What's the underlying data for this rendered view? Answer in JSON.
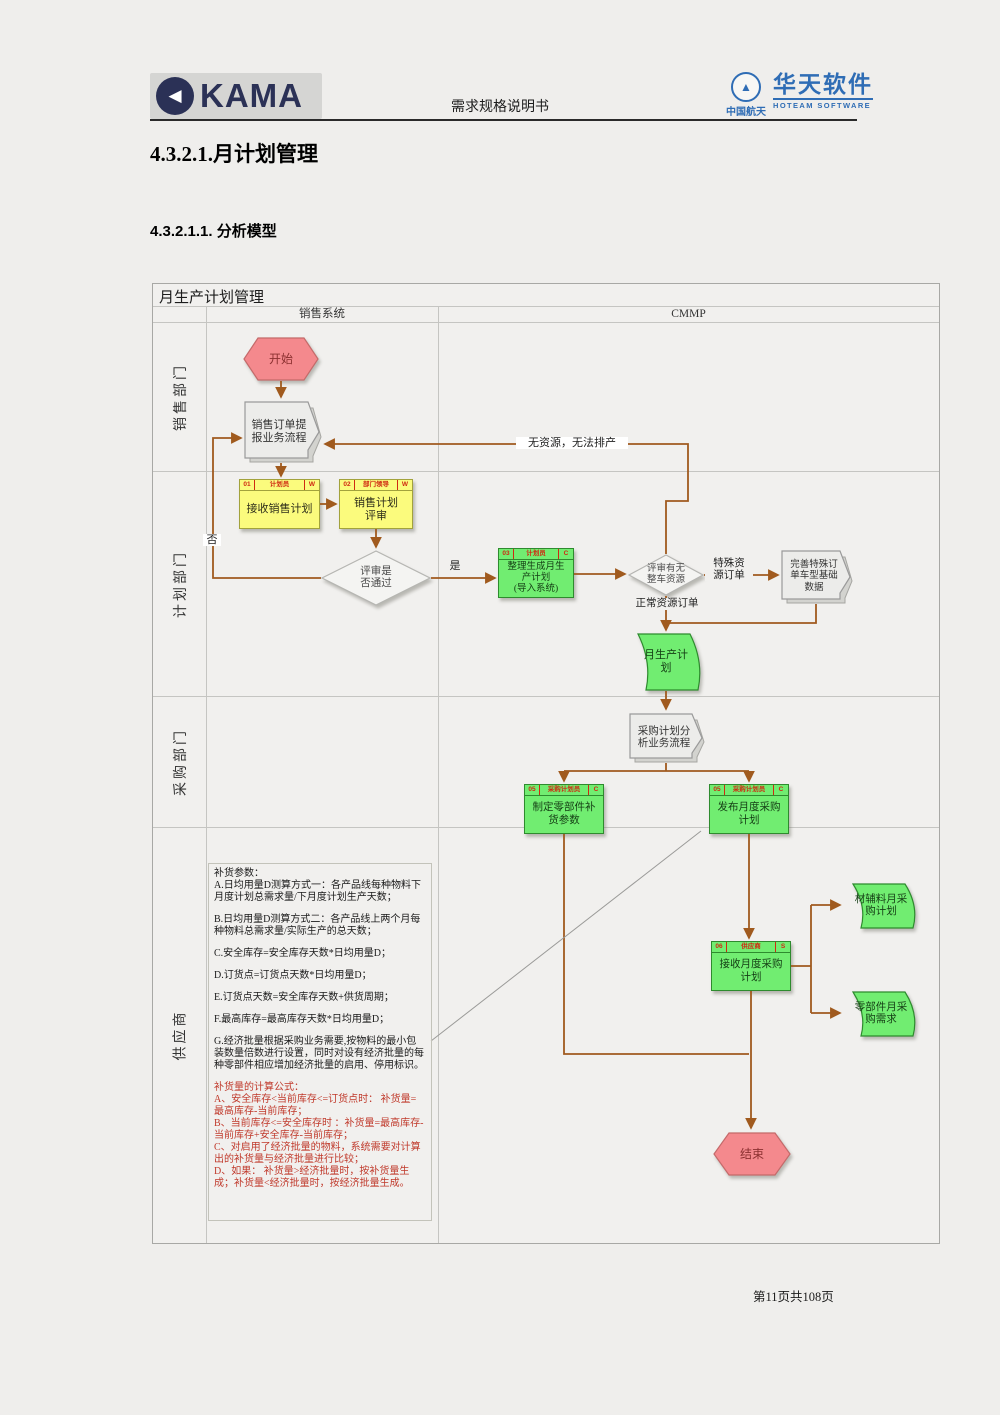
{
  "header": {
    "kama_logo_text": "KAMA",
    "kama_emblem_glyph": "◀",
    "doc_type_title": "需求规格说明书",
    "casc_emblem_glyph": "▲",
    "casc_name": "中国航天",
    "hoteam_cn": "华天软件",
    "hoteam_en": "HOTEAM SOFTWARE"
  },
  "headings": {
    "h1": "4.3.2.1.月计划管理",
    "h2": "4.3.2.1.1. 分析模型"
  },
  "diagram": {
    "title": "月生产计划管理",
    "columns": {
      "col1": "销售系统",
      "col2": "CMMP"
    },
    "lanes": {
      "lane1": "销售部门",
      "lane2": "计划部门",
      "lane3": "采购部门",
      "lane4": "供应商"
    },
    "nodes": {
      "start": {
        "label": "开始"
      },
      "sales_order_process": {
        "label": "销售订单提\n报业务流程"
      },
      "task01": {
        "id": "01",
        "role": "计划员",
        "flag": "W",
        "label": "接收销售计划"
      },
      "task02": {
        "id": "02",
        "role": "部门领导",
        "flag": "W",
        "label": "销售计划\n评审"
      },
      "decision_review": {
        "label": "评审是\n否通过"
      },
      "task03": {
        "id": "03",
        "role": "计划员",
        "flag": "C",
        "label": "整理生成月生\n产计划\n(导入系统)"
      },
      "decision_resource": {
        "label": "评审有无\n整车资源"
      },
      "special_order": {
        "label": "完善特殊订\n单车型基础\n数据"
      },
      "monthly_plan": {
        "label": "月生产计\n划"
      },
      "purchase_analysis": {
        "label": "采购计划分\n析业务流程"
      },
      "task05a": {
        "id": "05",
        "role": "采购计划员",
        "flag": "C",
        "label": "制定零部件补\n货参数"
      },
      "task05b": {
        "id": "05",
        "role": "采购计划员",
        "flag": "C",
        "label": "发布月度采购\n计划"
      },
      "task06": {
        "id": "06",
        "role": "供应商",
        "flag": "S",
        "label": "接收月度采购\n计划"
      },
      "material_plan": {
        "label": "材辅料月采\n购计划"
      },
      "parts_demand": {
        "label": "零部件月采\n购需求"
      },
      "end": {
        "label": "结束"
      }
    },
    "edge_labels": {
      "no": "否",
      "yes": "是",
      "no_resource": "无资源，无法排产",
      "special": "特殊资\n源订单",
      "normal": "正常资源订单"
    },
    "note": {
      "black": [
        "补货参数：",
        "A.日均用量D测算方式一：各产品线每种物料下月度计划总需求量/下月度计划生产天数；",
        "B.日均用量D测算方式二：各产品线上两个月每种物料总需求量/实际生产的总天数；",
        "C.安全库存=安全库存天数*日均用量D；",
        "D.订货点=订货点天数*日均用量D；",
        "E.订货点天数=安全库存天数+供货周期；",
        "F.最高库存=最高库存天数*日均用量D；",
        "G.经济批量根据采购业务需要,按物料的最小包装数量倍数进行设置，同时对设有经济批量的每种零部件相应增加经济批量的启用、停用标识。"
      ],
      "red": [
        "补货量的计算公式：",
        "A、安全库存<当前库存<=订货点时： 补货量=最高库存-当前库存；",
        "B、当前库存<=安全库存时 ：补货量=最高库存-当前库存+安全库存-当前库存；",
        "C、对启用了经济批量的物料，系统需要对计算出的补货量与经济批量进行比较；",
        "D、如果： 补货量>经济批量时，按补货量生成；补货量<经济批量时，按经济批量生成。"
      ]
    }
  },
  "footer": {
    "page_info": "第11页共108页"
  },
  "colors": {
    "connector": "#a05a1e",
    "task_yellow": "#fbfb7d",
    "task_green": "#71ed71",
    "terminal_red": "#f4898d",
    "note_red_text": "#c0392b",
    "brand_blue": "#2f6db5",
    "brand_navy": "#2b3156",
    "page_bg": "#efeeec"
  }
}
